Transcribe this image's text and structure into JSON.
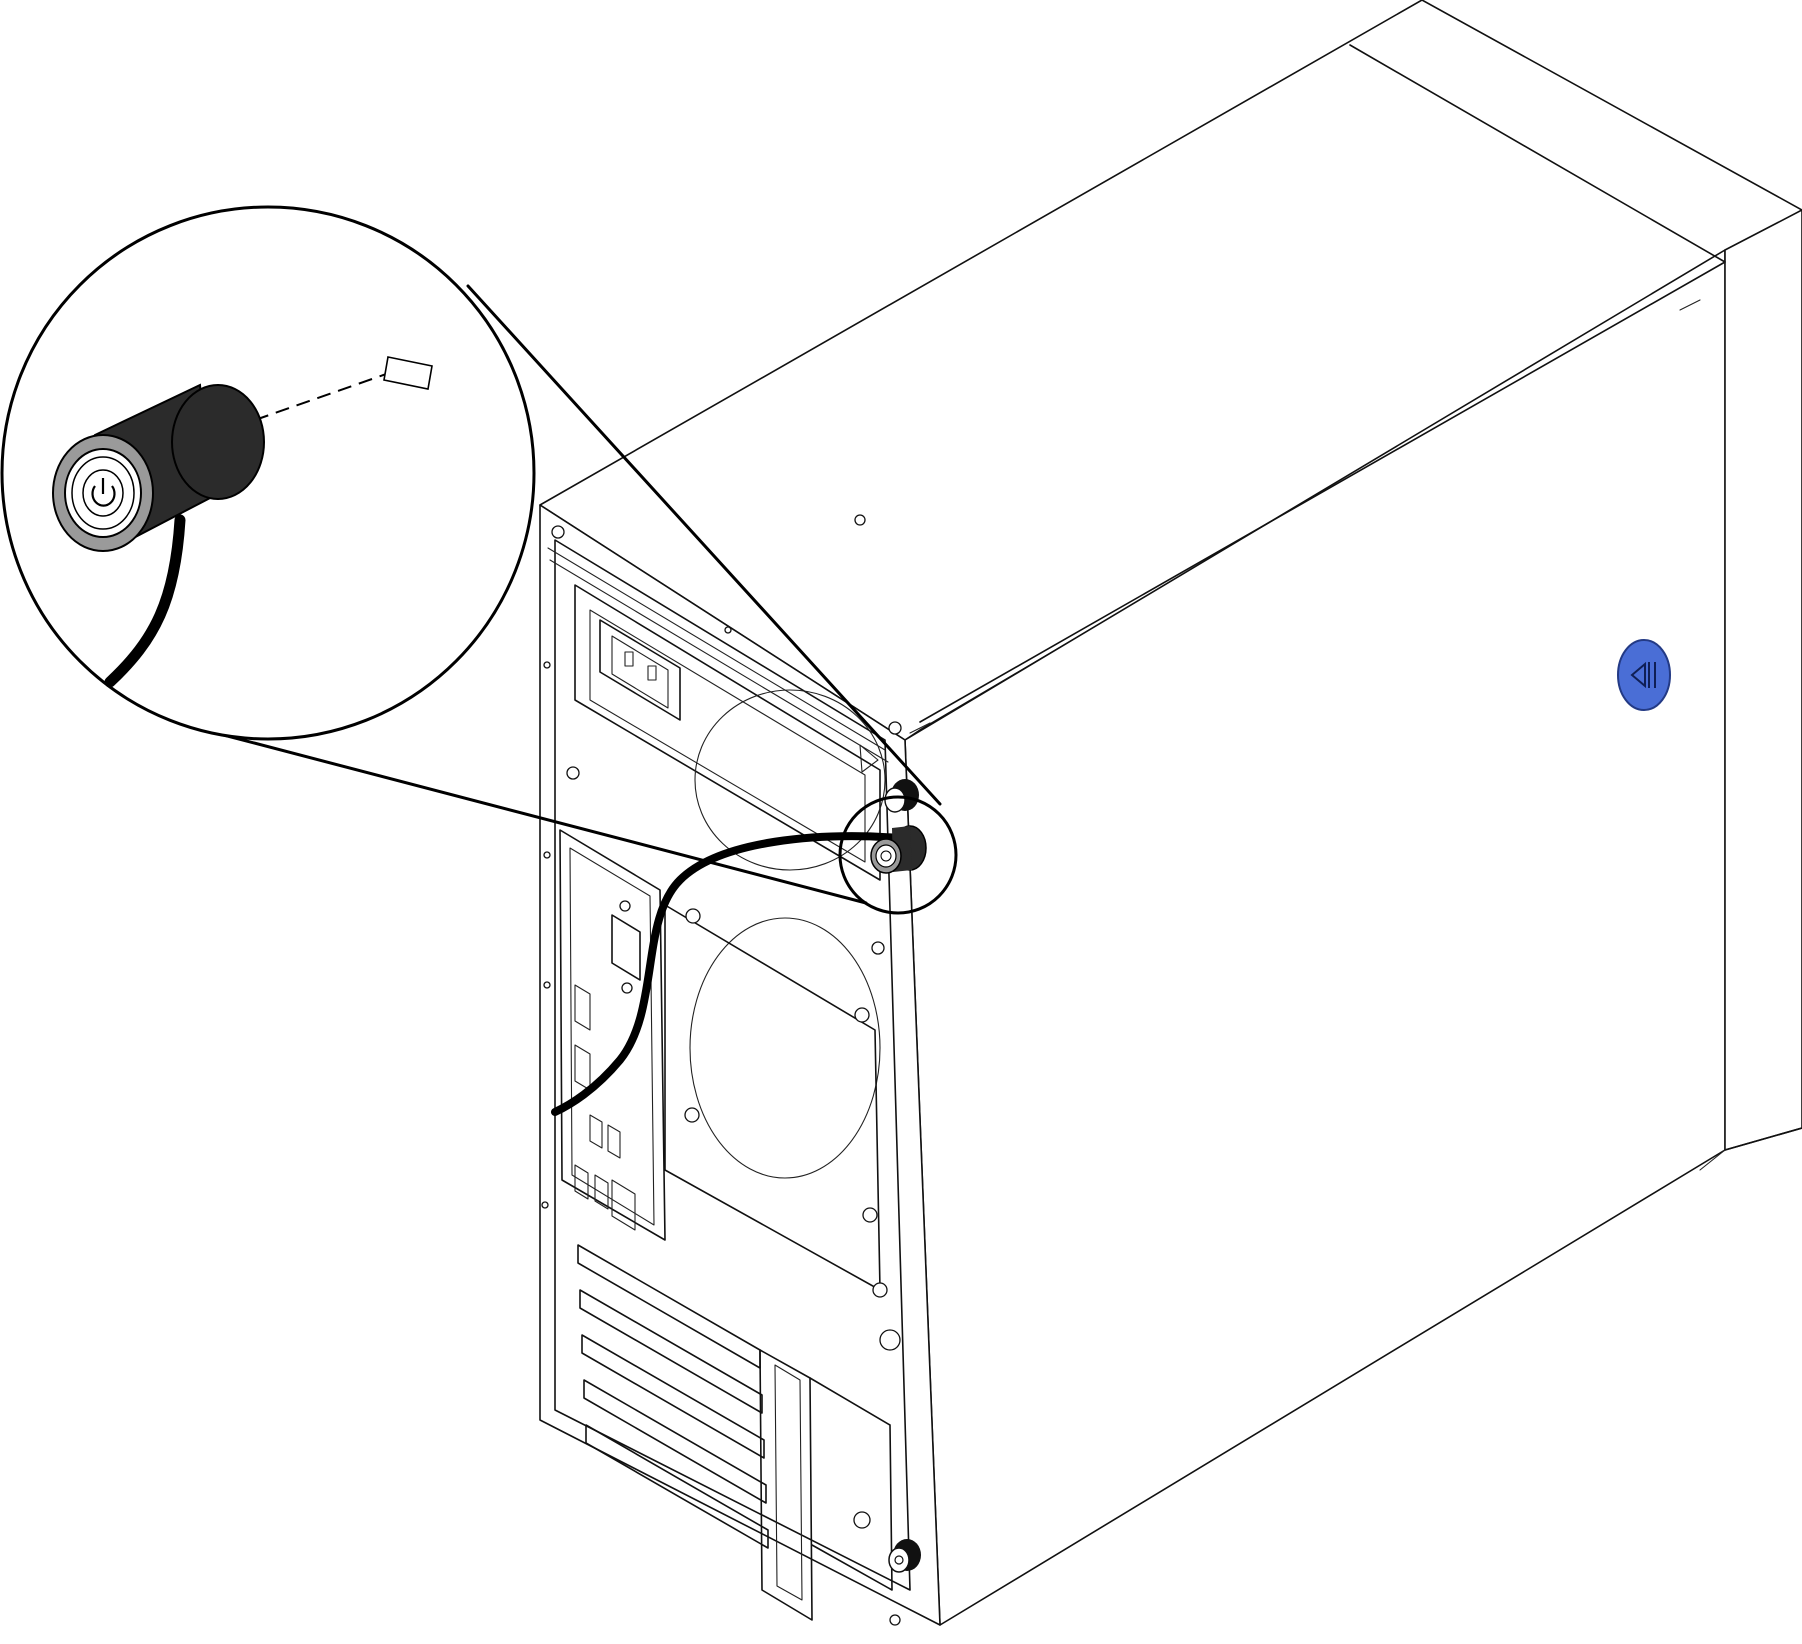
{
  "figure": {
    "components": {
      "chassis": "server-tower-chassis",
      "zoom": "magnifier-callout",
      "button": "power-button-assembly",
      "icon": "power-icon",
      "latch": "cover-release-latch"
    },
    "colors": {
      "line": "#111111",
      "background": "#ffffff",
      "button_body": "#2b2b2b",
      "button_ring": "#9a9a9a",
      "cable": "#000000",
      "latch": "#4a6ed6"
    }
  }
}
